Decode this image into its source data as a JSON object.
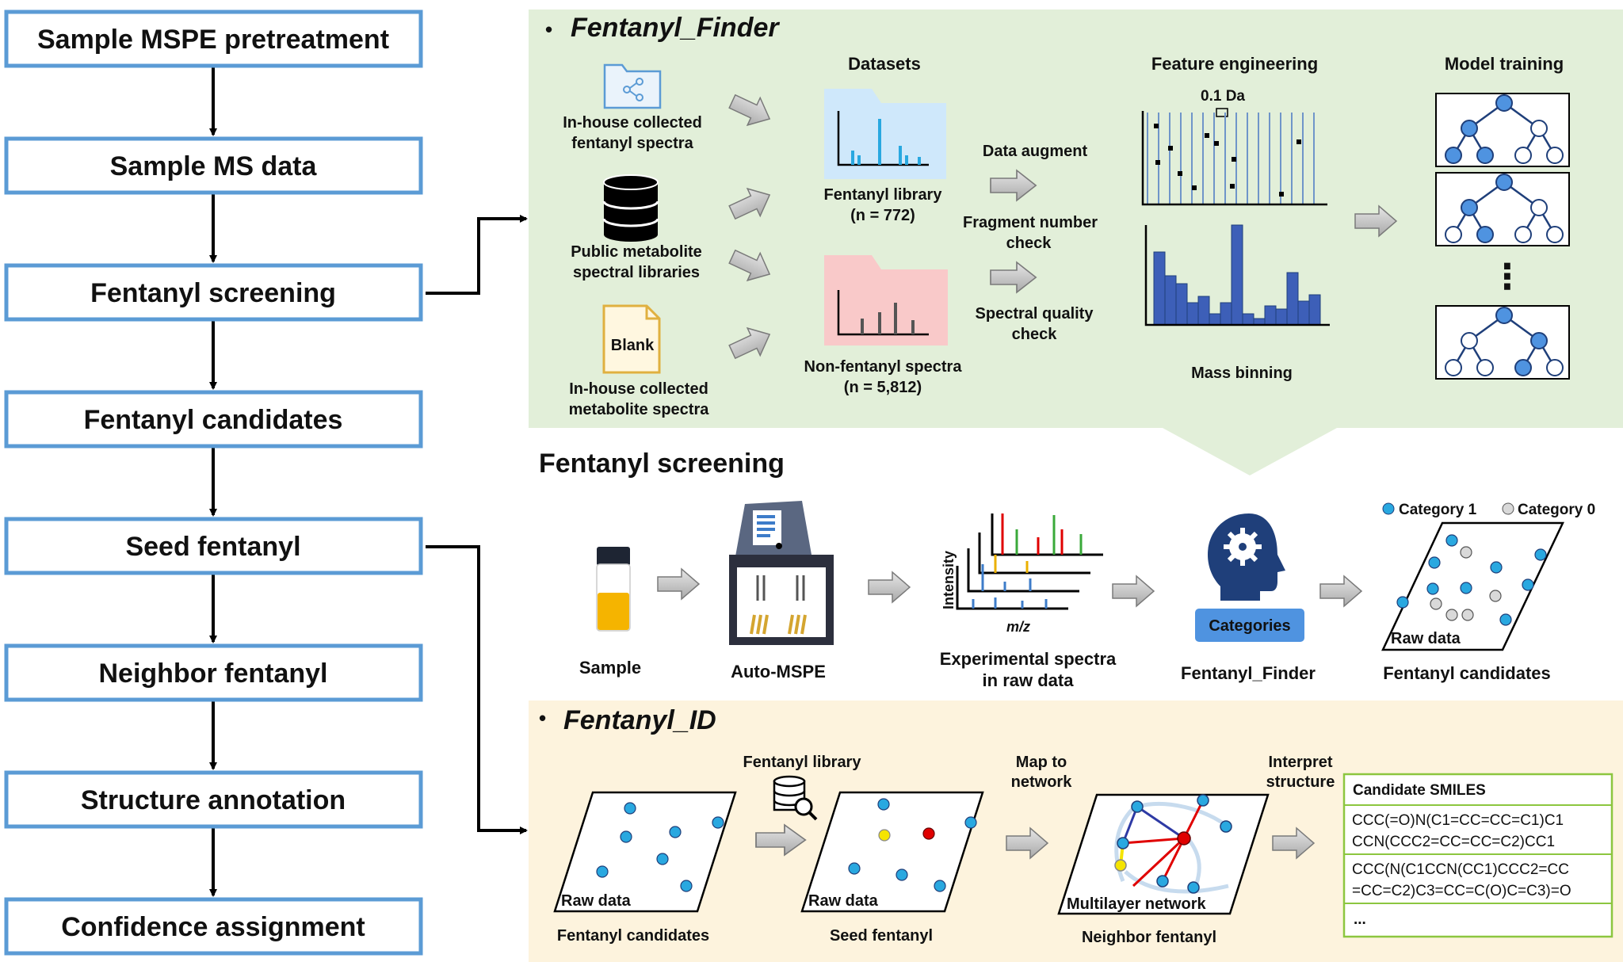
{
  "flow_steps": [
    "Sample MSPE pretreatment",
    "Sample MS data",
    "Fentanyl screening",
    "Fentanyl candidates",
    "Seed fentanyl",
    "Neighbor fentanyl",
    "Structure annotation",
    "Confidence assignment"
  ],
  "finder": {
    "bullet": "•",
    "title": "Fentanyl_Finder",
    "sources": [
      {
        "line1": "In-house collected",
        "line2": "fentanyl spectra",
        "icon": "folder-share-icon"
      },
      {
        "line1": "Public metabolite",
        "line2": "spectral libraries",
        "icon": "database-icon"
      },
      {
        "line1": "In-house collected",
        "line2": "metabolite spectra",
        "icon": "blank-document-icon",
        "icon_text": "Blank"
      }
    ],
    "datasets_header": "Datasets",
    "fentanyl_library": {
      "line1": "Fentanyl library",
      "line2": "(n = 772)"
    },
    "non_fentanyl": {
      "line1": "Non-fentanyl spectra",
      "line2": "(n = 5,812)"
    },
    "steps": {
      "data_augment": "Data augment",
      "fragment_check_1": "Fragment number",
      "fragment_check_2": "check",
      "spectral_check_1": "Spectral quality",
      "spectral_check_2": "check"
    },
    "feature_header": "Feature engineering",
    "bin_width": "0.1 Da",
    "mass_binning": "Mass binning",
    "model_header": "Model training",
    "ellipsis": "⋮"
  },
  "screening": {
    "title": "Fentanyl screening",
    "sample": "Sample",
    "auto_mspe": "Auto-MSPE",
    "intensity": "Intensity",
    "mz": "m/z",
    "spectra_line1": "Experimental spectra",
    "spectra_line2": "in raw data",
    "categories_button": "Categories",
    "finder_label": "Fentanyl_Finder",
    "legend": {
      "cat1": "Category 1",
      "cat0": "Category 0"
    },
    "raw_data": "Raw data",
    "candidates": "Fentanyl candidates"
  },
  "fid": {
    "bullet": "•",
    "title": "Fentanyl_ID",
    "raw_data": "Raw data",
    "candidates": "Fentanyl candidates",
    "library": "Fentanyl library",
    "seed_raw": "Raw data",
    "seed": "Seed fentanyl",
    "map_1": "Map to",
    "map_2": "network",
    "network_label": "Multilayer network",
    "neighbor": "Neighbor fentanyl",
    "interpret_1": "Interpret",
    "interpret_2": "structure",
    "smiles_header": "Candidate SMILES",
    "smiles_red_1": "CCC(=O)N(C1=CC=CC=C1)C1",
    "smiles_red_2": "CCN(CCC2=CC=CC=C2)CC1",
    "smiles_blue_1": "CCC(N(C1CCN(CC1)CCC2=CC",
    "smiles_blue_2": "=CC=C2)C3=CC=C(O)C=C3)=O",
    "smiles_more": "..."
  },
  "colors": {
    "flow_border": "#5b9bd5",
    "finder_bg": "#e2efd9",
    "screening_bg": "#fdf3dd",
    "title_blue": "#1f3f7a",
    "node_blue": "#29a8e0",
    "red": "#e00000",
    "yellow": "#f5e400",
    "smiles_blue": "#3d7cc9",
    "green_border": "#8cc63f"
  }
}
